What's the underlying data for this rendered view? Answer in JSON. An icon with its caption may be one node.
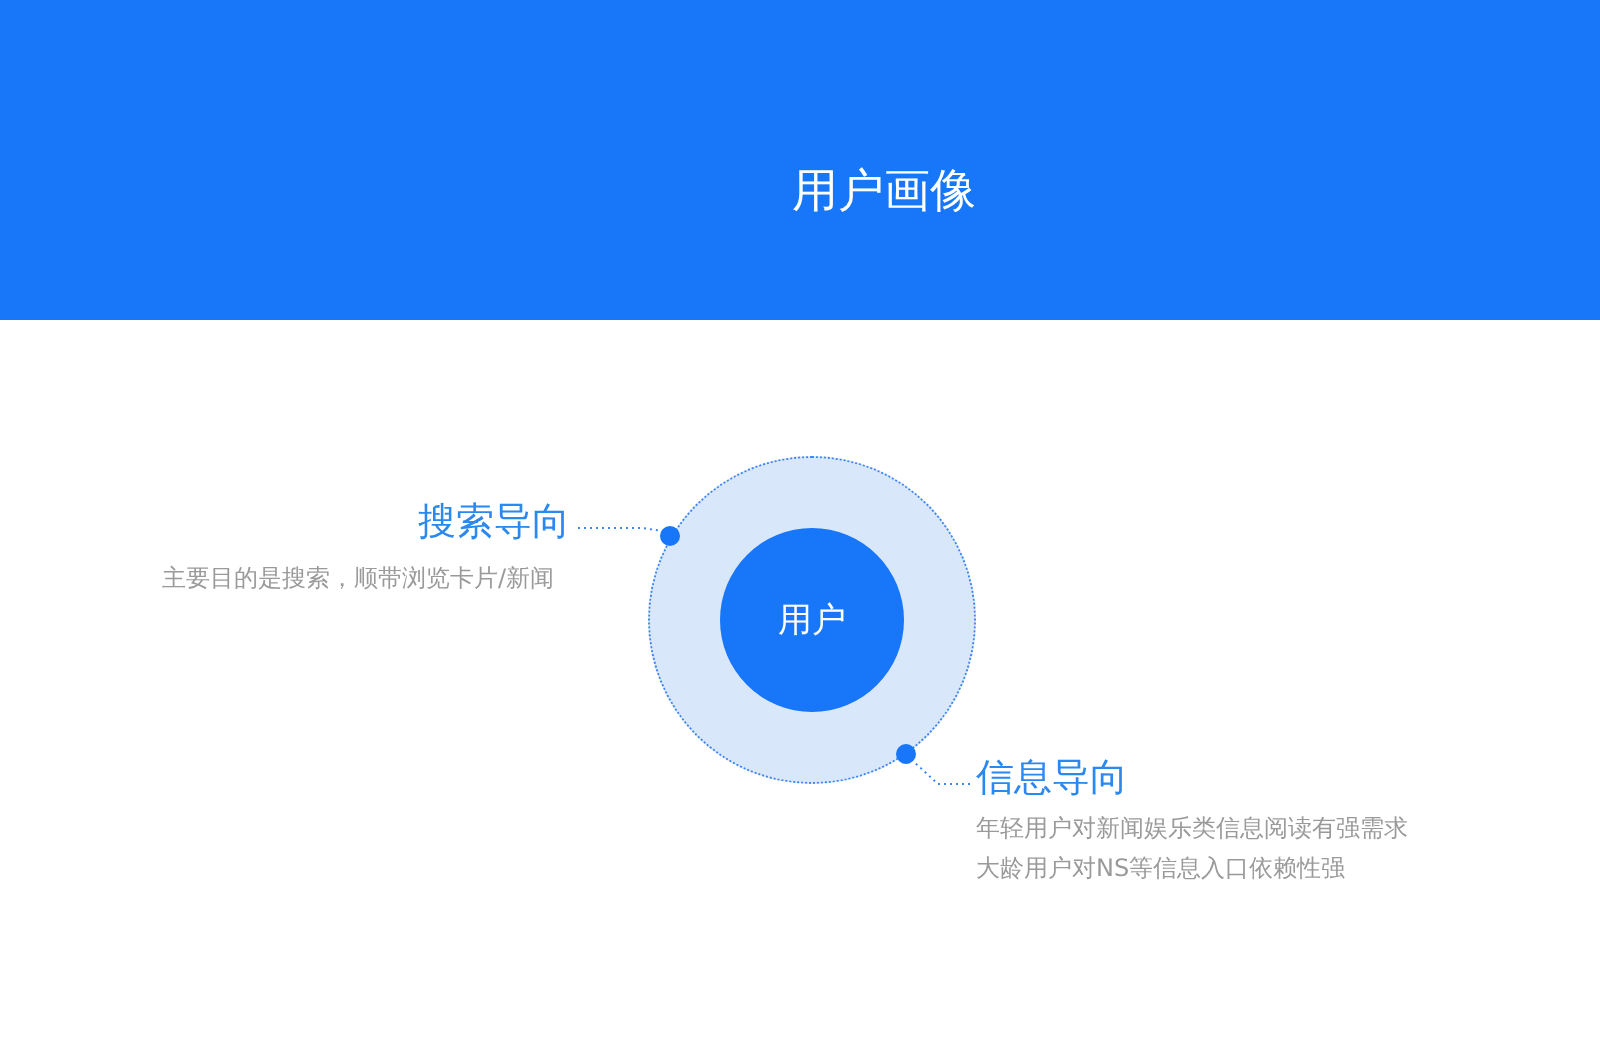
{
  "diagram": {
    "title": "用户画像",
    "nodes": [
      {
        "text": [],
        "shape": "circle"
      },
      {
        "text": [
          "用户"
        ],
        "in": 0
      },
      {
        "text": [],
        "shape": "circle",
        "in": 0
      },
      {
        "text": [
          "搜索导向",
          "主要目的是搜索，顺带浏览卡片/新闻"
        ]
      },
      {
        "text": [],
        "shape": "circle",
        "in": 0
      },
      {
        "text": [
          "信息导向",
          "年轻用户对新闻娱乐类信息阅读有强需求",
          "大龄用户对NS等信息入口依赖性强"
        ]
      }
    ],
    "edges": [
      {
        "from": 3,
        "to": 2,
        "arrow": "none",
        "style": "dashed"
      },
      {
        "from": 5,
        "to": 4,
        "arrow": "none",
        "style": "dashed"
      }
    ]
  }
}
